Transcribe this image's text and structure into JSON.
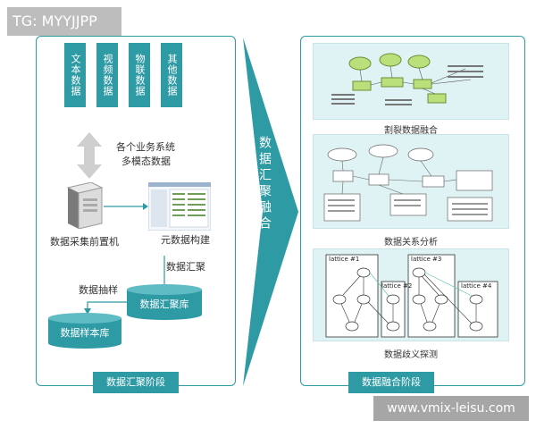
{
  "watermark_tag": "TG: MYYJJPP",
  "watermark_site": "www.vmix-leisu.com",
  "left": {
    "sources": [
      "文本数据",
      "视频数据",
      "物联数据",
      "其他数据"
    ],
    "multimodal_label_1": "各个业务系统",
    "multimodal_label_2": "多模态数据",
    "server_label": "数据采集前置机",
    "metadata_label": "元数据构建",
    "collect_label": "数据汇聚",
    "sample_label": "数据抽样",
    "repository": "数据汇聚库",
    "sample_db": "数据样本库",
    "stage": "数据汇聚阶段"
  },
  "arrow_label": "数据汇聚融合",
  "right": {
    "caption1": "割裂数据融合",
    "caption2": "数据关系分析",
    "caption3": "数据歧义探测",
    "lattices": [
      "lattice #1",
      "lattice #2",
      "lattice #3",
      "lattice #4"
    ],
    "stage": "数据融合阶段"
  },
  "colors": {
    "accent": "#2e9aa4"
  }
}
